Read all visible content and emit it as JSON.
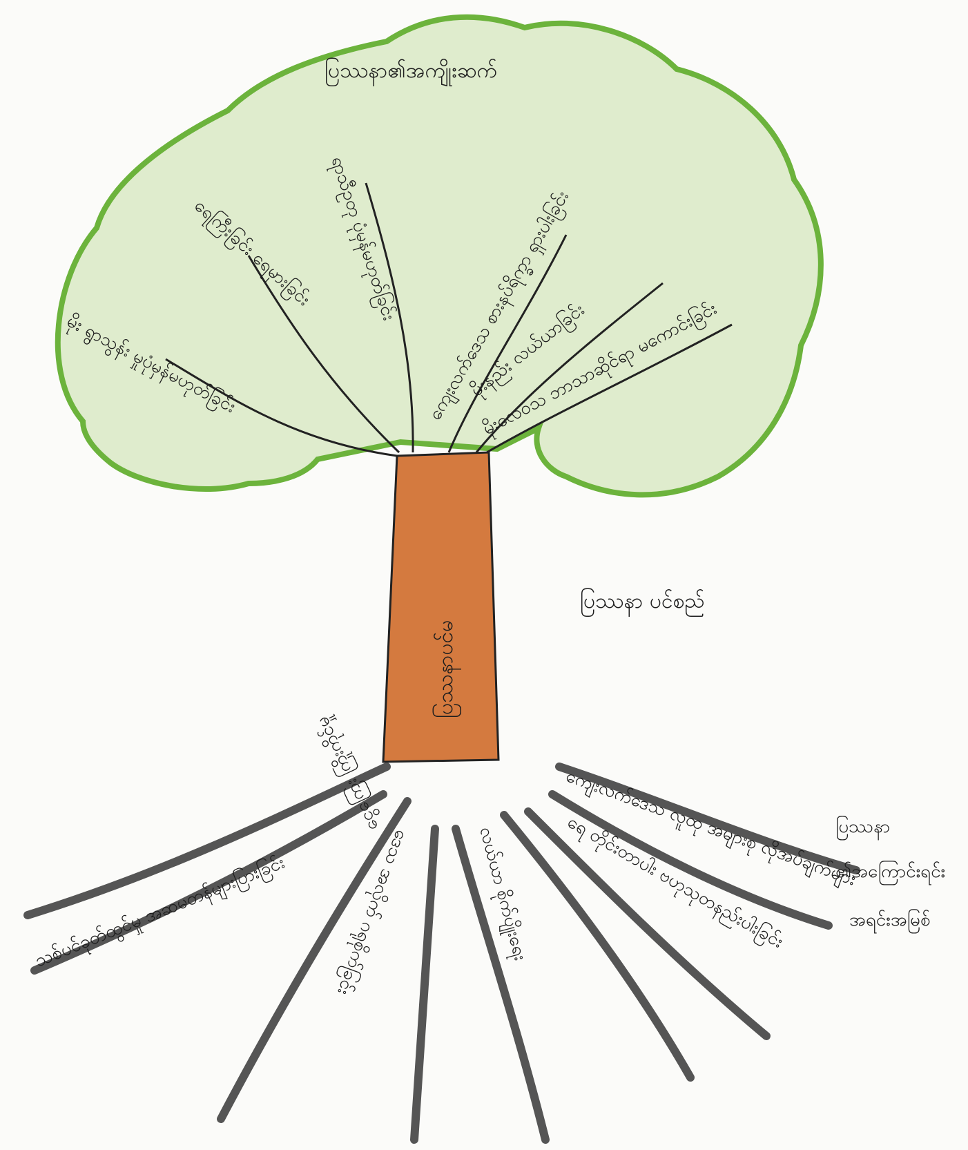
{
  "canopy": {
    "title": "ပြဿနာ၏အကျိုးဆက်",
    "branches": [
      {
        "label": "မိုး ရွာသွန်း မှုပုံမှန်မဟုတ်ခြင်း"
      },
      {
        "label": "ရေကြီးခြင်း ရေမှားခြင်း"
      },
      {
        "label": "ရာသီဥတု ပုံမှန်မဟုတ်ခြင်း"
      },
      {
        "label": "ကျေးလက်ဒေသ စားနပ်ရိက္ခာ ရှားပါးခြင်း"
      },
      {
        "label": "မိုးနည်း လယ်ယာခြင်း"
      },
      {
        "label": "မိုးလေဝသ ဘာသာဆိုင်ရာ မကောင်းခြင်း"
      }
    ]
  },
  "trunk": {
    "label": "ပြဿနာပင်မ"
  },
  "side_label": "ပြဿနာ ပင်စည်",
  "roots_header": "ပြဿနာ",
  "roots_header2": "၏အကြောင်းရင်း",
  "roots_header3": "အရင်းအမြစ်",
  "roots": [
    {
      "label": "ကျေးလက်ဒေသ လူထု အများစု လိုအပ်ချက်များ"
    },
    {
      "label": "ရေ တိုင်းတာပါး ဗဟုသုတနည်းပါးခြင်း"
    },
    {
      "label": "လယ်ယာ စိုက်ပျိုးရေး"
    },
    {
      "label": "ဒေသ အလိုက် ဂရုစိုက်ခြင်း"
    },
    {
      "label": "ငွေကြေး ကြိုးကိုင်မှု"
    },
    {
      "label": "သစ်ပင်ခုတ်ထွင်မှု အဆမတန်များပြားခြင်း"
    }
  ],
  "colors": {
    "canopy_fill": "#dfeccd",
    "canopy_edge": "#6cb33c",
    "trunk": "#d47a3f",
    "root": "#555555",
    "ink": "#1e1e1e"
  }
}
